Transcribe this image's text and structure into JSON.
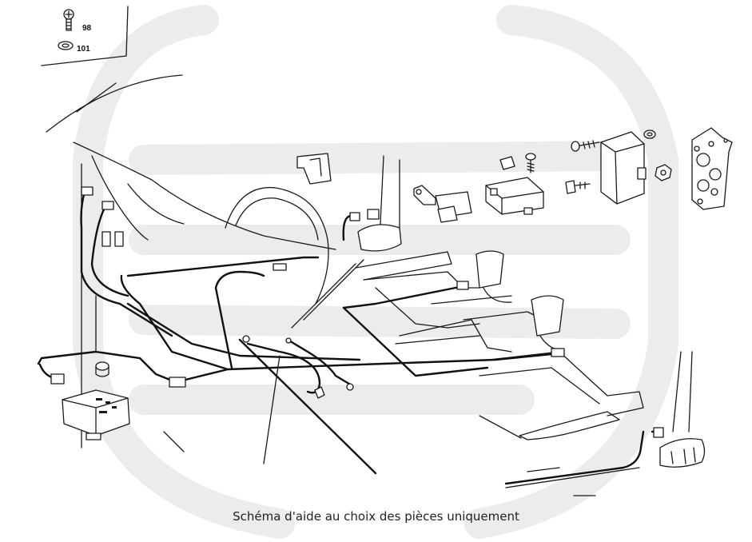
{
  "legend": {
    "screw": {
      "number": "98",
      "icon": "screw-icon"
    },
    "washer": {
      "number": "101",
      "icon": "washer-icon"
    }
  },
  "caption": "Schéma d'aide au choix des pièces uniquement",
  "colors": {
    "line": "#1a1a1a",
    "watermark": "#ececec",
    "background": "#ffffff"
  }
}
